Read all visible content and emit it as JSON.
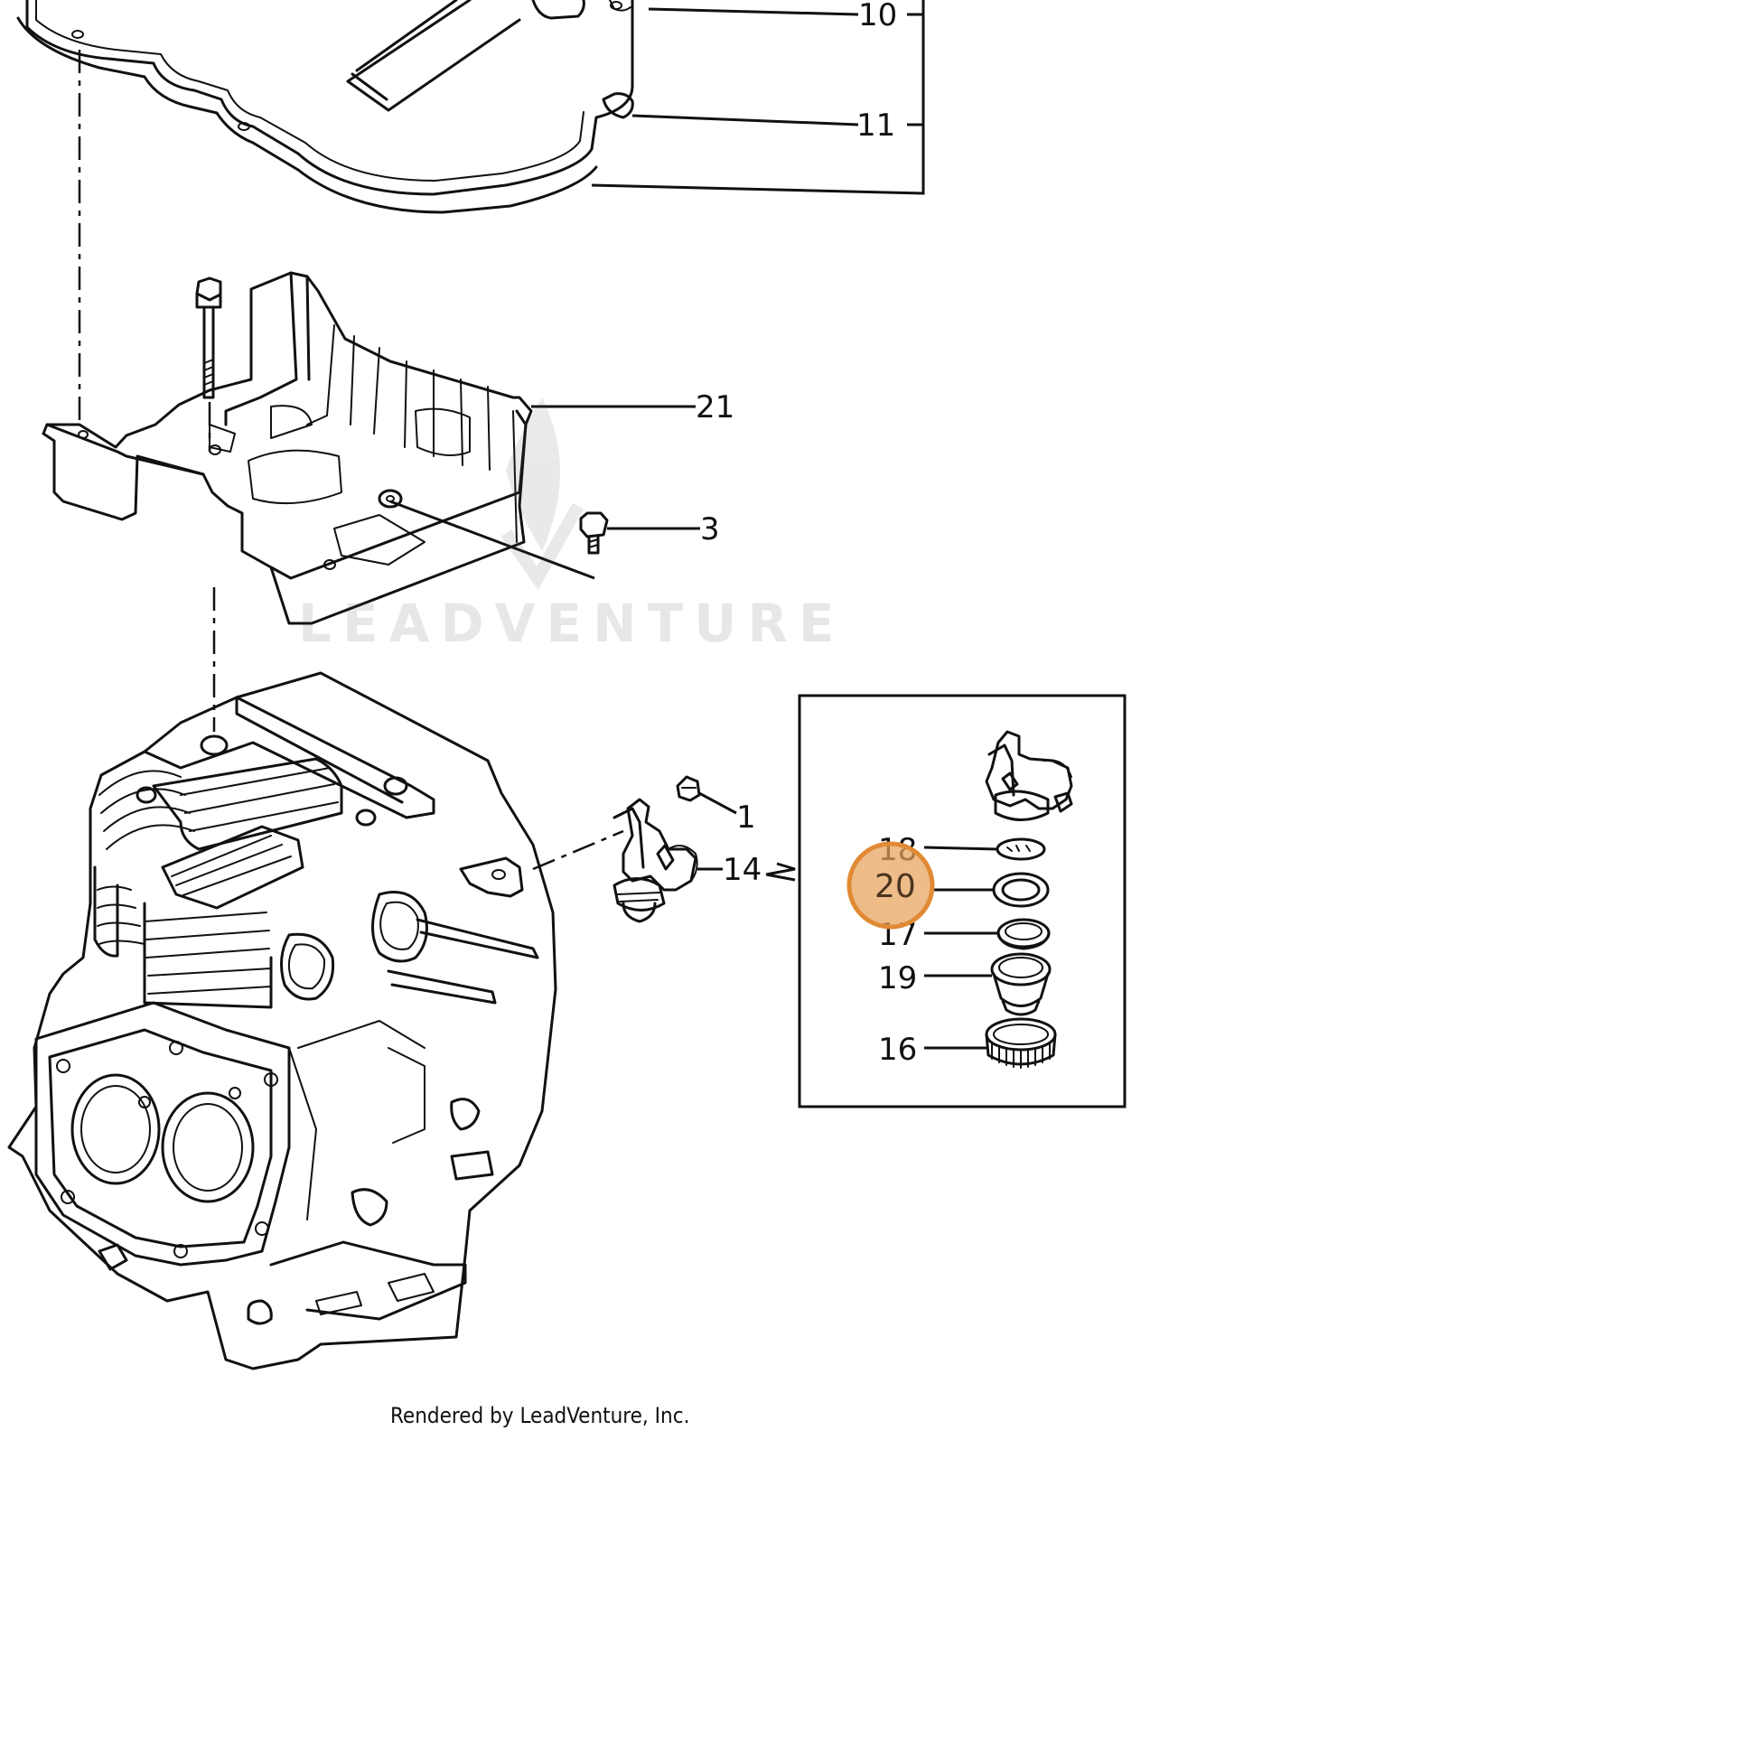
{
  "diagram": {
    "callouts": [
      {
        "id": "10",
        "label": "10"
      },
      {
        "id": "11",
        "label": "11"
      },
      {
        "id": "21",
        "label": "21"
      },
      {
        "id": "3",
        "label": "3"
      },
      {
        "id": "1",
        "label": "1"
      },
      {
        "id": "14",
        "label": "14"
      },
      {
        "id": "18",
        "label": "18"
      },
      {
        "id": "20",
        "label": "20"
      },
      {
        "id": "17",
        "label": "17"
      },
      {
        "id": "19",
        "label": "19"
      },
      {
        "id": "16",
        "label": "16"
      }
    ],
    "highlighted_callout": "20",
    "highlight_color": "#e8a25c",
    "watermark": "LEADVENTURE",
    "credit": "Rendered by LeadVenture, Inc."
  }
}
